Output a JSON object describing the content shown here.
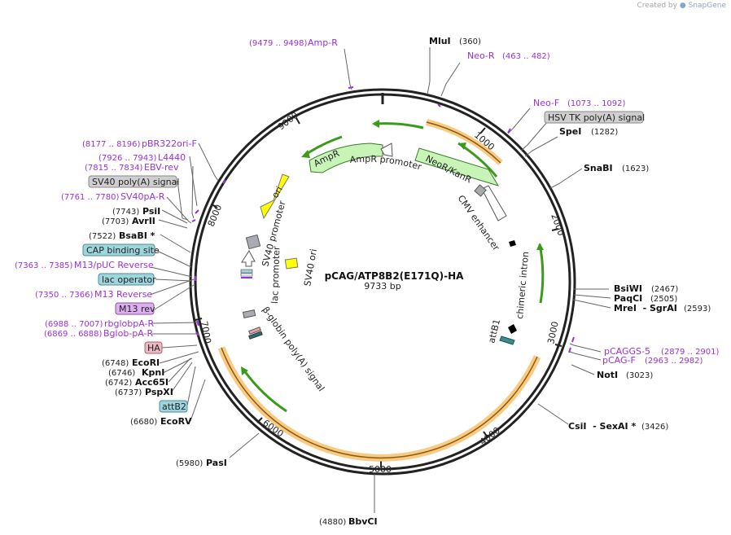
{
  "watermark": {
    "prefix": "Created by",
    "brand": "SnapGene"
  },
  "plasmid": {
    "name": "pCAG/ATP8B2(E171Q)-HA",
    "length_label": "9733 bp",
    "length": 9733
  },
  "ticks": [
    "1000",
    "2000",
    "3000",
    "4000",
    "5000",
    "6000",
    "7000",
    "8000",
    "9000"
  ],
  "enzymes": [
    {
      "name": "MluI",
      "pos": "(360)"
    },
    {
      "name": "SpeI",
      "pos": "(1282)"
    },
    {
      "name": "SnaBI",
      "pos": "(1623)"
    },
    {
      "name": "BsiWI",
      "pos": "(2467)"
    },
    {
      "name": "PaqCI",
      "pos": "(2505)"
    },
    {
      "name": "MreI  - SgrAI",
      "pos": "(2593)"
    },
    {
      "name": "NotI",
      "pos": "(3023)"
    },
    {
      "name": "CsiI  - SexAI *",
      "pos": "(3426)"
    },
    {
      "name": "BbvCI",
      "pos": "(4880)"
    },
    {
      "name": "PasI",
      "pos": "(5980)"
    },
    {
      "name": "EcoRV",
      "pos": "(6680)"
    },
    {
      "name": "PspXI",
      "pos": "(6737)"
    },
    {
      "name": "Acc65I",
      "pos": "(6742)"
    },
    {
      "name": "KpnI",
      "pos": "(6746)"
    },
    {
      "name": "EcoRI",
      "pos": "(6748)"
    },
    {
      "name": "BsaBI *",
      "pos": "(7522)"
    },
    {
      "name": "AvrII",
      "pos": "(7703)"
    },
    {
      "name": "PsiI",
      "pos": "(7743)"
    }
  ],
  "primers": [
    {
      "name": "Amp-R",
      "range": "(9479 .. 9498)"
    },
    {
      "name": "Neo-R",
      "range": "(463 .. 482)"
    },
    {
      "name": "Neo-F",
      "range": "(1073 .. 1092)"
    },
    {
      "name": "pCAGGS-5",
      "range": "(2879 .. 2901)"
    },
    {
      "name": "pCAG-F",
      "range": "(2963 .. 2982)"
    },
    {
      "name": "pBR322ori-F",
      "range": "(8177 .. 8196)"
    },
    {
      "name": "L4440",
      "range": "(7926 .. 7943)"
    },
    {
      "name": "EBV-rev",
      "range": "(7815 .. 7834)"
    },
    {
      "name": "SV40pA-R",
      "range": "(7761 .. 7780)"
    },
    {
      "name": "M13/pUC Reverse",
      "range": "(7363 .. 7385)"
    },
    {
      "name": "M13 Reverse",
      "range": "(7350 .. 7366)"
    },
    {
      "name": "rbglobpA-R",
      "range": "(6988 .. 7007)"
    },
    {
      "name": "Bglob-pA-R",
      "range": "(6869 .. 6888)"
    }
  ],
  "boxed_labels": [
    {
      "name": "HSV TK poly(A) signal",
      "style": "gray"
    },
    {
      "name": "SV40 poly(A) signal",
      "style": "gray"
    },
    {
      "name": "CAP binding site",
      "style": "teal"
    },
    {
      "name": "lac operator",
      "style": "teal"
    },
    {
      "name": "M13 rev",
      "style": "purple"
    },
    {
      "name": "HA",
      "style": "pink"
    },
    {
      "name": "attB2",
      "style": "teal"
    }
  ],
  "features": {
    "ampr": "AmpR",
    "ampr_promoter": "AmpR promoter",
    "neor": "NeoR/KanR",
    "cmv": "CMV enhancer",
    "chimeric_intron": "chimeric intron",
    "attb1": "attB1",
    "ori": "ori",
    "sv40_promoter": "SV40 promoter",
    "sv40_ori": "SV40 ori",
    "lac_promoter": "lac promoter",
    "bglobin": "β-globin poly(A) signal"
  },
  "colors": {
    "backbone": "#222222",
    "orf": "#f7b44d",
    "arrow_green": "#3a9b1a",
    "arrow_fill": "#c8f4b8",
    "ori_yellow": "#ffff00",
    "primer_purple": "#9b30d9"
  }
}
